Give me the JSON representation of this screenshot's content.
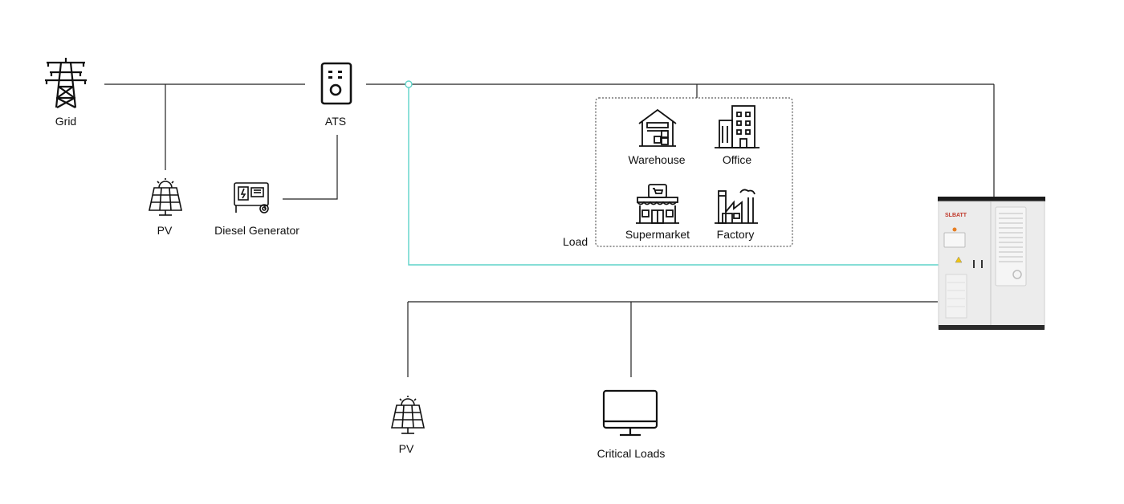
{
  "nodes": {
    "grid": {
      "label": "Grid",
      "icon": "transmission-tower-icon"
    },
    "ats": {
      "label": "ATS",
      "icon": "ats-switch-icon"
    },
    "pv_top": {
      "label": "PV",
      "icon": "solar-panel-icon"
    },
    "diesel": {
      "label": "Diesel Generator",
      "icon": "generator-icon"
    },
    "pv_bottom": {
      "label": "PV",
      "icon": "solar-panel-icon"
    },
    "critical": {
      "label": "Critical Loads",
      "icon": "monitor-icon"
    },
    "cabinet": {
      "brand": "SLBATT",
      "icon": "battery-cabinet-icon"
    }
  },
  "load_group": {
    "label": "Load",
    "items": [
      {
        "label": "Warehouse",
        "icon": "warehouse-icon"
      },
      {
        "label": "Office",
        "icon": "office-building-icon"
      },
      {
        "label": "Supermarket",
        "icon": "supermarket-icon"
      },
      {
        "label": "Factory",
        "icon": "factory-icon"
      }
    ]
  },
  "colors": {
    "line": "#222222",
    "accent_line": "#5fd3c9",
    "cabinet": "#ececec",
    "cabinet_top": "#1a1a1a"
  }
}
